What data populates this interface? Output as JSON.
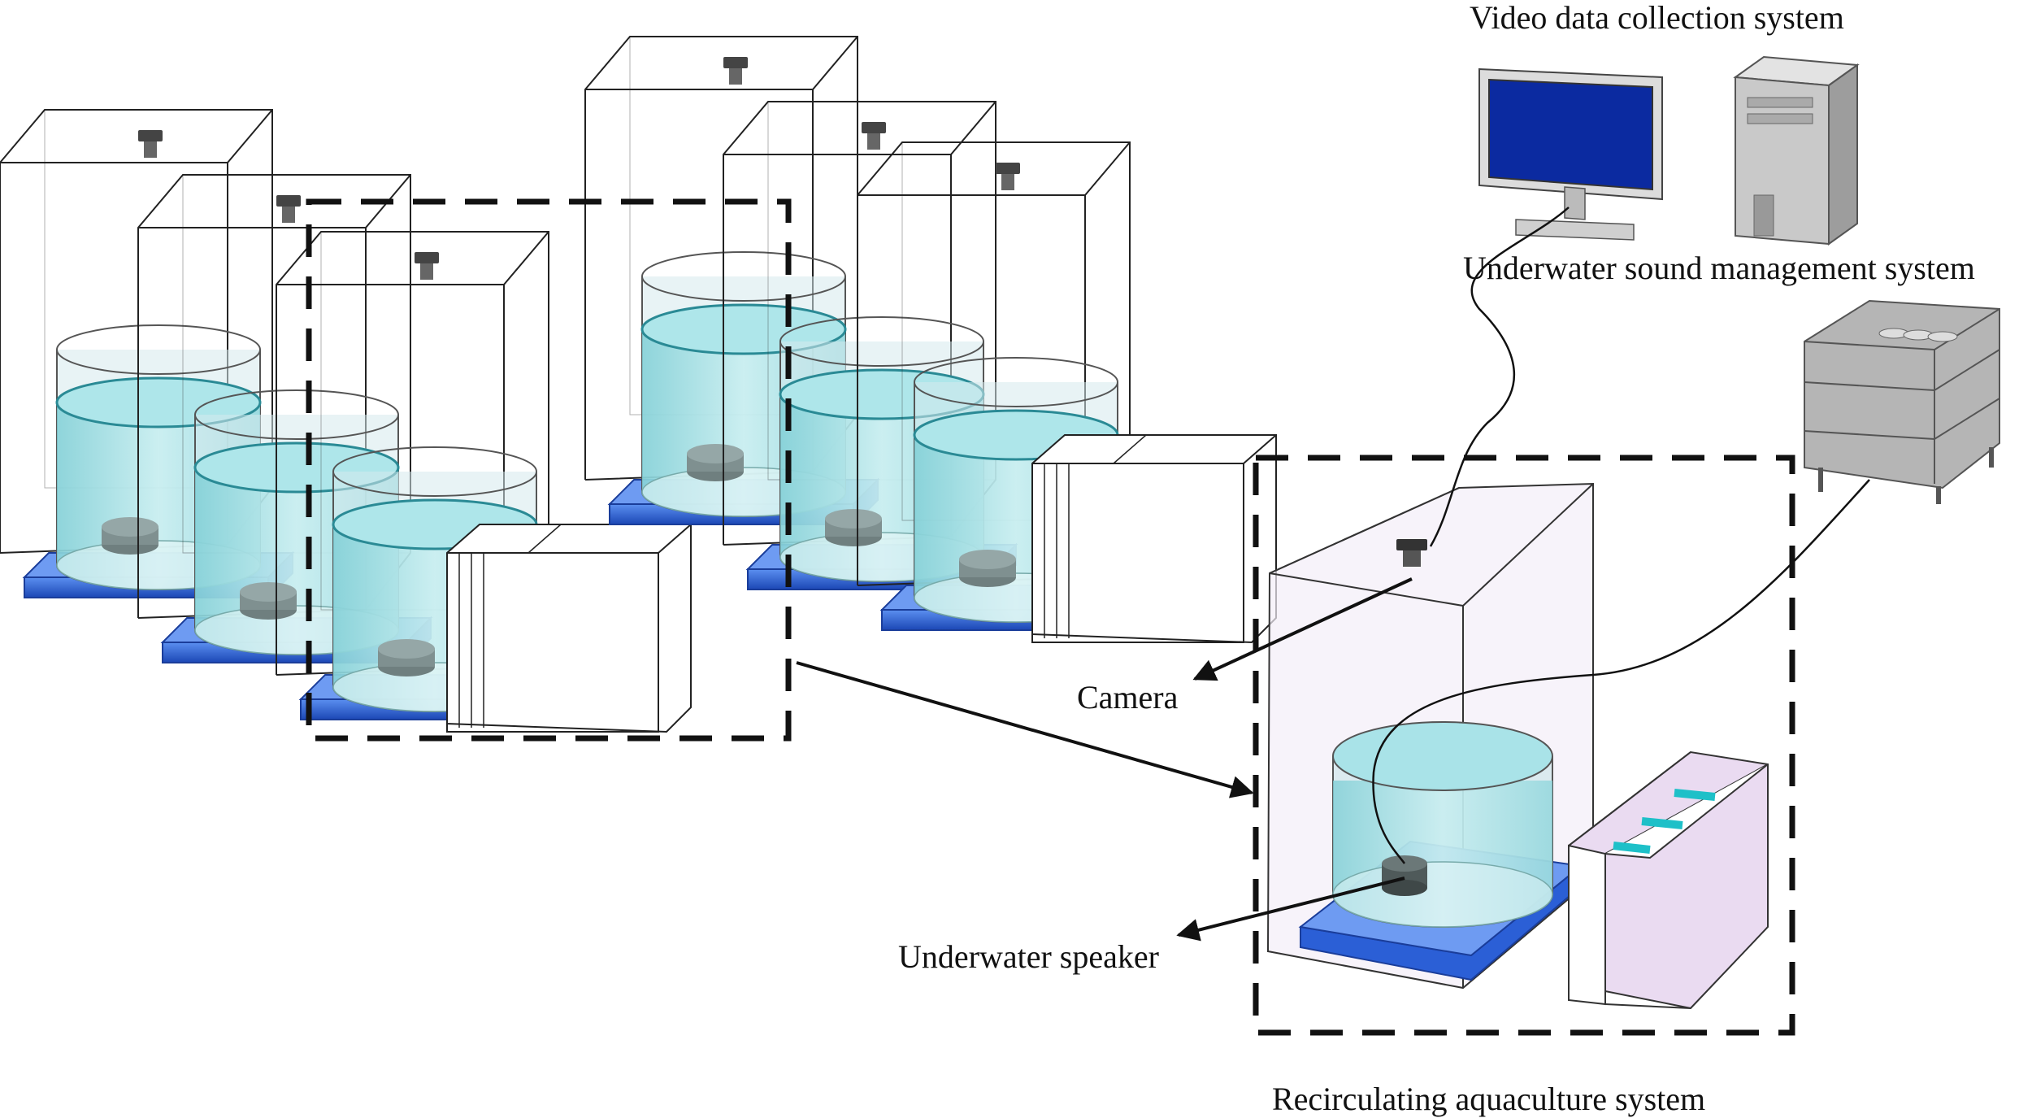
{
  "labels": {
    "video_system": "Video data collection system",
    "sound_system": "Underwater sound management system",
    "camera": "Camera",
    "speaker": "Underwater speaker",
    "ras": "Recirculating aquaculture system"
  },
  "colors": {
    "water": "#a8e4e8",
    "water_dark": "#6fc9d2",
    "tank_wall": "#c9dfe2",
    "base": "#2f6fe0",
    "base_dark": "#1a48b8",
    "monitor_screen": "#0a2a9e",
    "device_gray": "#b8b8b8",
    "filter_box": "#f1e9f7",
    "frame_line": "#222222",
    "dash_line": "#111111"
  }
}
